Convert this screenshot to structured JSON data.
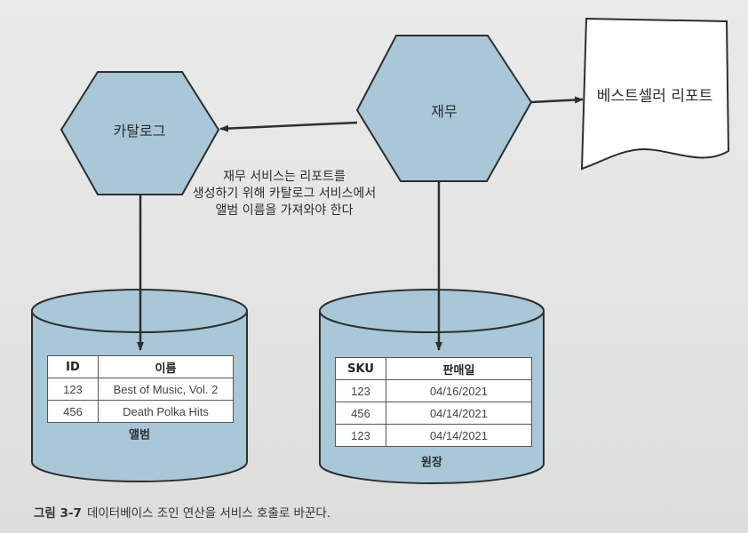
{
  "nodes": {
    "catalog": {
      "label": "카탈로그"
    },
    "finance": {
      "label": "재무"
    },
    "report": {
      "label": "베스트셀러 리포트"
    }
  },
  "annotation": {
    "lines": [
      "재무 서비스는 리포트를",
      "생성하기 위해 카탈로그 서비스에서",
      "앨범 이름을 가져와야 한다"
    ]
  },
  "album_db": {
    "title": "앨범",
    "columns": [
      "ID",
      "이름"
    ],
    "rows": [
      [
        "123",
        "Best of Music, Vol. 2"
      ],
      [
        "456",
        "Death Polka Hits"
      ]
    ]
  },
  "ledger_db": {
    "title": "원장",
    "columns": [
      "SKU",
      "판매일"
    ],
    "rows": [
      [
        "123",
        "04/16/2021"
      ],
      [
        "456",
        "04/14/2021"
      ],
      [
        "123",
        "04/14/2021"
      ]
    ]
  },
  "caption": {
    "number": "그림 3-7",
    "text": "데이터베이스 조인 연산을 서비스 호출로 바꾼다."
  },
  "colors": {
    "shape_fill": "#a9c7d6",
    "stroke": "#2b2f31"
  }
}
